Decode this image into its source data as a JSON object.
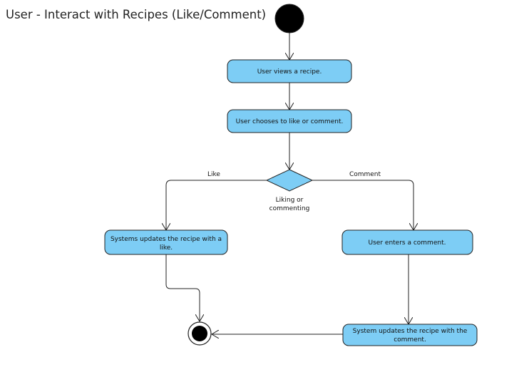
{
  "title": "User - Interact with Recipes (Like/Comment)",
  "colors": {
    "activity_fill": "#7dcdf5",
    "stroke": "#222222",
    "node_fill_dark": "#000000",
    "background": "#ffffff"
  },
  "nodes": {
    "start": {
      "kind": "initial"
    },
    "view": {
      "kind": "activity",
      "label": "User views a recipe."
    },
    "choose": {
      "kind": "activity",
      "label": "User chooses to like or comment."
    },
    "decision": {
      "kind": "decision",
      "label_lines": [
        "Liking or",
        "commenting"
      ]
    },
    "like_update": {
      "kind": "activity",
      "label_lines": [
        "Systems updates the recipe with a",
        "like."
      ]
    },
    "enter_comment": {
      "kind": "activity",
      "label": "User enters a comment."
    },
    "comment_update": {
      "kind": "activity",
      "label_lines": [
        "System updates the recipe with the",
        "comment."
      ]
    },
    "end": {
      "kind": "final"
    }
  },
  "edges": {
    "like": "Like",
    "comment": "Comment"
  }
}
